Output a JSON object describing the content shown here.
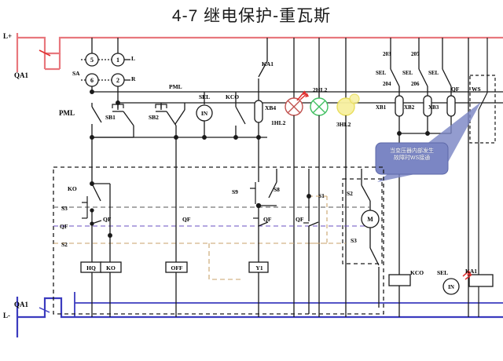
{
  "title": "4-7  继电保护-重瓦斯",
  "colors": {
    "positive_rail": "#e8777d",
    "negative_rail": "#3b3bbf",
    "wire": "#1a1a1a",
    "callout": "#7b86c4",
    "lamp_red": "#c0504d",
    "lamp_green": "#3fbf5f",
    "lamp_yellow": "#f2e34c",
    "dash_s3": "#555555",
    "dash_qf": "#6a4fc0",
    "dash_s2": "#c8a26a"
  },
  "rails": {
    "positive_label": "L+",
    "negative_label": "L-",
    "breaker_top_label": "QA1",
    "breaker_bottom_label": "QA1"
  },
  "selector": {
    "name": "SA",
    "contacts": [
      {
        "number": "5",
        "terminal": ""
      },
      {
        "number": "1",
        "terminal": "L"
      },
      {
        "number": "6",
        "terminal": ""
      },
      {
        "number": "2",
        "terminal": "R"
      }
    ]
  },
  "top_row": {
    "pml_left": "PML",
    "pml_right": "PML",
    "sb1": "SB1",
    "sb2": "SB2",
    "sel_in": "SEL",
    "in_coil": "IN",
    "kco": "KCO",
    "ka1": "KA1",
    "xb4": "XB4"
  },
  "lamps": [
    {
      "name": "1HL2",
      "color": "red"
    },
    {
      "name": "2HL2",
      "color": "green"
    },
    {
      "name": "3HL2",
      "color": "yellow"
    }
  ],
  "right_terminals": {
    "numbers_top": [
      "203",
      "205"
    ],
    "numbers_bottom": [
      "204",
      "206"
    ],
    "sel_labels": [
      "SEL",
      "SEL",
      "SEL"
    ],
    "links": [
      "XB1",
      "XB2",
      "XB3"
    ],
    "qf_label": "QF",
    "ws_label": "WS"
  },
  "callout": {
    "line1": "当变压器内部发生",
    "line2": "故障时WS接通"
  },
  "middle": {
    "ko_top": "KO",
    "s3": "S3",
    "qf_left": "QF",
    "s2": "S2",
    "hq_box": "HQ",
    "ko_box": "KO",
    "qf_labels": [
      "QF",
      "QF",
      "QF",
      "QF"
    ],
    "s9": "S9",
    "s8": "S8",
    "s1": "S1",
    "s2_right": "S2",
    "motor": "M",
    "s3_right": "S3",
    "off_box": "OFF",
    "y1_box": "Y1"
  },
  "bottom_right": {
    "kco": "KCO",
    "sel": "SEL",
    "in_coil": "IN",
    "ka1": "KA1"
  }
}
